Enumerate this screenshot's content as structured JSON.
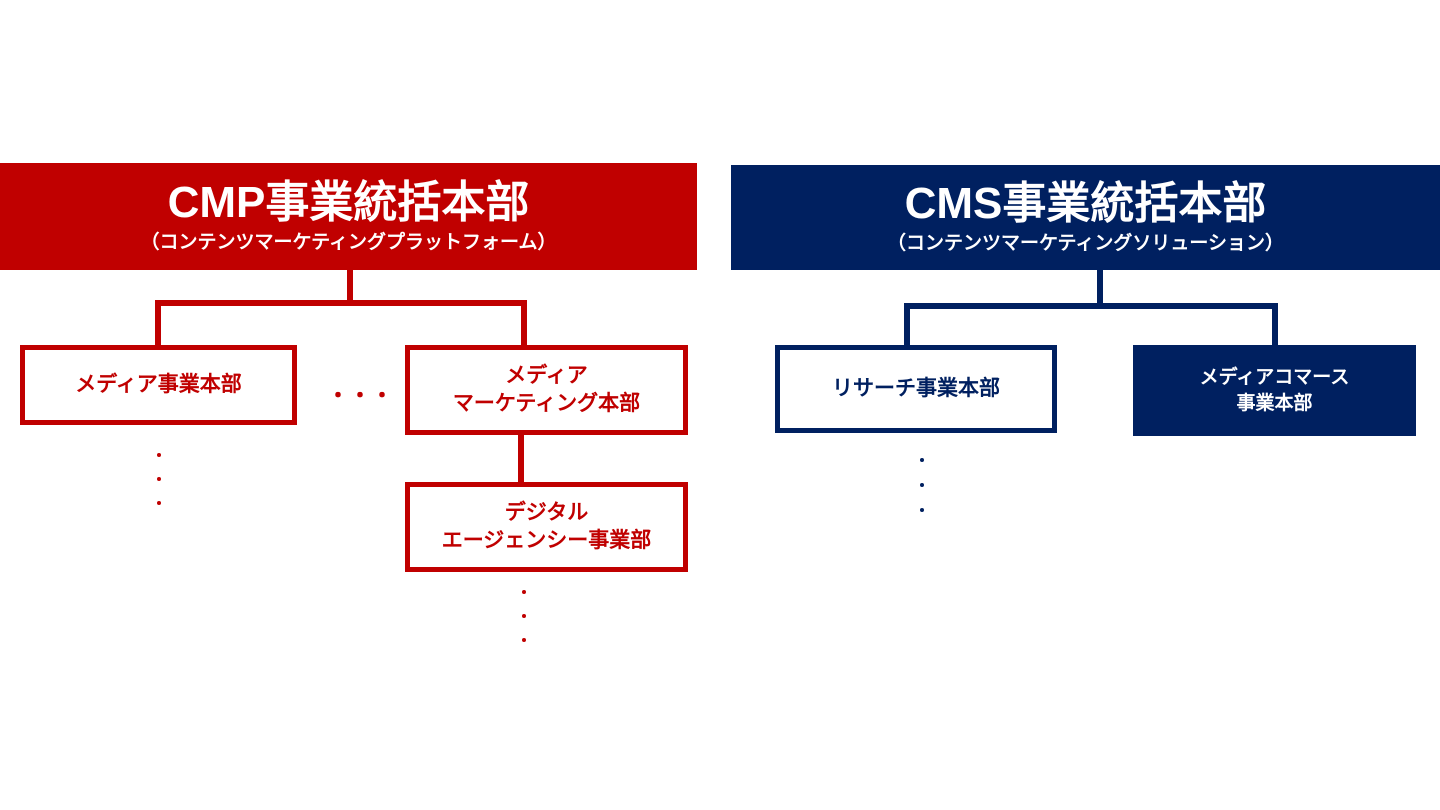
{
  "colors": {
    "cmp": "#C00000",
    "cms": "#002060"
  },
  "cmp": {
    "title": "CMP事業統括本部",
    "subtitle": "（コンテンツマーケティングプラットフォーム）",
    "children": [
      {
        "label": "メディア事業本部"
      },
      {
        "label_line1": "メディア",
        "label_line2": "マーケティング本部"
      }
    ],
    "ellipsis": "・・・",
    "grandchild": {
      "label_line1": "デジタル",
      "label_line2": "エージェンシー事業部"
    }
  },
  "cms": {
    "title": "CMS事業統括本部",
    "subtitle": "（コンテンツマーケティングソリューション）",
    "children": [
      {
        "label": "リサーチ事業本部"
      },
      {
        "label_line1": "メディアコマース",
        "label_line2": "事業本部"
      }
    ]
  }
}
